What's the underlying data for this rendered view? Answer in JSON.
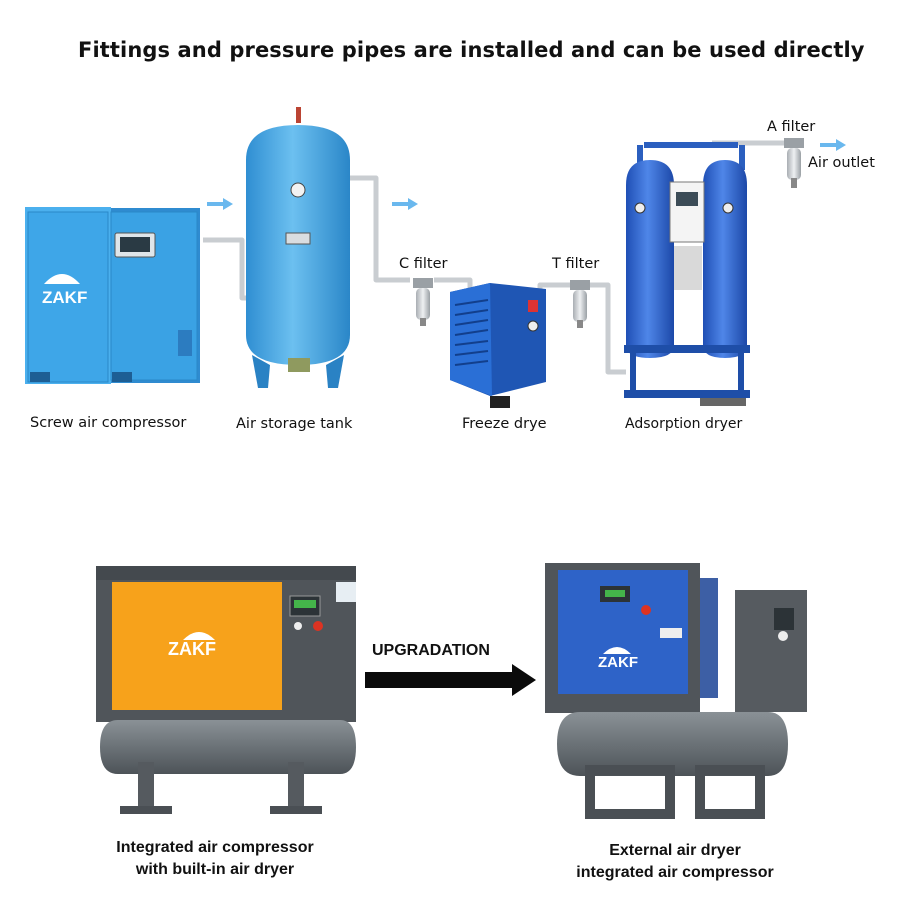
{
  "header": {
    "title": "Fittings and pressure pipes are installed and can be used directly"
  },
  "top_flow": {
    "screw_compressor": {
      "label": "Screw air compressor",
      "brand": "ZAKF"
    },
    "storage_tank": {
      "label": "Air storage tank"
    },
    "c_filter": {
      "label": "C filter"
    },
    "freeze_dryer": {
      "label": "Freeze drye"
    },
    "t_filter": {
      "label": "T filter"
    },
    "adsorption_dryer": {
      "label": "Adsorption dryer"
    },
    "a_filter": {
      "label": "A filter"
    },
    "air_outlet": {
      "label": "Air outlet"
    }
  },
  "bottom_compare": {
    "left_machine": {
      "brand": "ZAKF",
      "label_line1": "Integrated air compressor",
      "label_line2": "with built-in air dryer"
    },
    "arrow_label": "UPGRADATION",
    "right_machine": {
      "brand": "ZAKF",
      "label_line1": "External air dryer",
      "label_line2": "integrated air compressor"
    }
  },
  "colors": {
    "compressor_blue": "#3ba3e6",
    "tank_blue": "#4aa8e0",
    "dryer_blue": "#2e63c8",
    "orange_panel": "#f7a21b",
    "machine_grey": "#555a60",
    "tank_grey": "#6d7479",
    "flow_arrow": "#6ab8ee",
    "pipe": "#c9cdd1"
  }
}
